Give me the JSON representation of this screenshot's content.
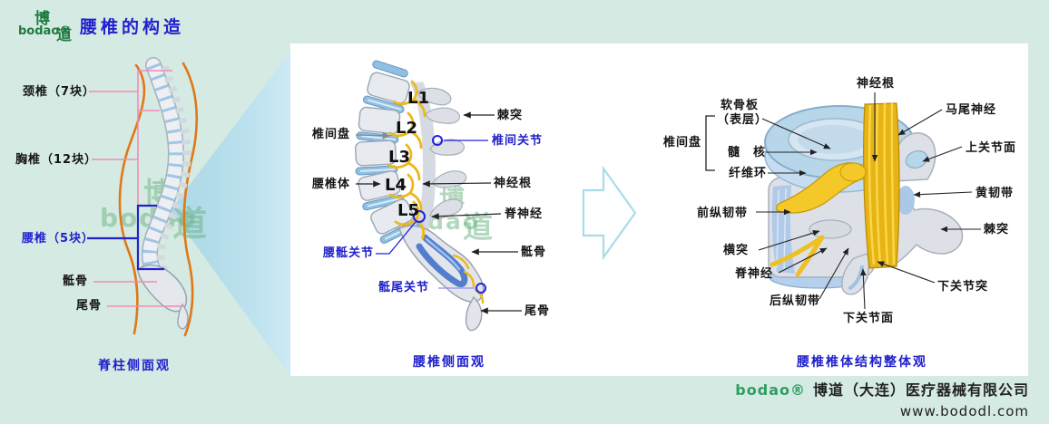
{
  "header": {
    "title": "腰椎的构造",
    "logo": {
      "char_top": "博",
      "char_right": "道",
      "brand": "bodao®"
    }
  },
  "left_panel": {
    "labels": {
      "cervical": "颈椎（7块）",
      "thoracic": "胸椎（12块）",
      "lumbar": "腰椎（5块）",
      "sacrum": "骶骨",
      "coccyx": "尾骨"
    },
    "caption": "脊柱侧面观"
  },
  "middle_panel": {
    "vertebrae": [
      "L1",
      "L2",
      "L3",
      "L4",
      "L5"
    ],
    "labels": {
      "disc": "椎间盘",
      "vertebral_body": "腰椎体",
      "spinous_process": "棘突",
      "facet_joint": "椎间关节",
      "nerve_root": "神经根",
      "spinal_nerve": "脊神经",
      "sacrum": "骶骨",
      "coccyx": "尾骨",
      "lumbosacral_joint": "腰骶关节",
      "sacrococcygeal_joint": "骶尾关节"
    },
    "caption": "腰椎侧面观"
  },
  "right_panel": {
    "labels": {
      "nerve_root": "神经根",
      "cauda_equina": "马尾神经",
      "superior_articular_facet": "上关节面",
      "ligamentum_flavum": "黄韧带",
      "disc": "椎间盘",
      "cartilage_endplate_line1": "软骨板",
      "cartilage_endplate_line2": "（表层）",
      "nucleus_pulposus": "髓　核",
      "annulus_fibrosus": "纤维环",
      "anterior_longitudinal_ligament": "前纵韧带",
      "transverse_process": "横突",
      "spinal_nerve": "脊神经",
      "posterior_longitudinal_ligament": "后纵韧带",
      "inferior_articular_facet": "下关节面",
      "inferior_articular_process": "下关节突",
      "spinous_process": "棘突"
    },
    "caption": "腰椎椎体结构整体观"
  },
  "watermark": {
    "char1": "博",
    "char2": "道",
    "brand": "bodao"
  },
  "footer": {
    "brand": "bodao®",
    "company": "博道（大连）医疗器械有限公司",
    "website": "www.bododl.com"
  },
  "colors": {
    "background": "#d5eae2",
    "accent_blue": "#2222cc",
    "pink_line": "#f08cb8",
    "orange_outline": "#e07818",
    "brand_green": "#2e9e60",
    "nerve_yellow": "#eeb718",
    "disc_blue": "#9fc6e6"
  }
}
